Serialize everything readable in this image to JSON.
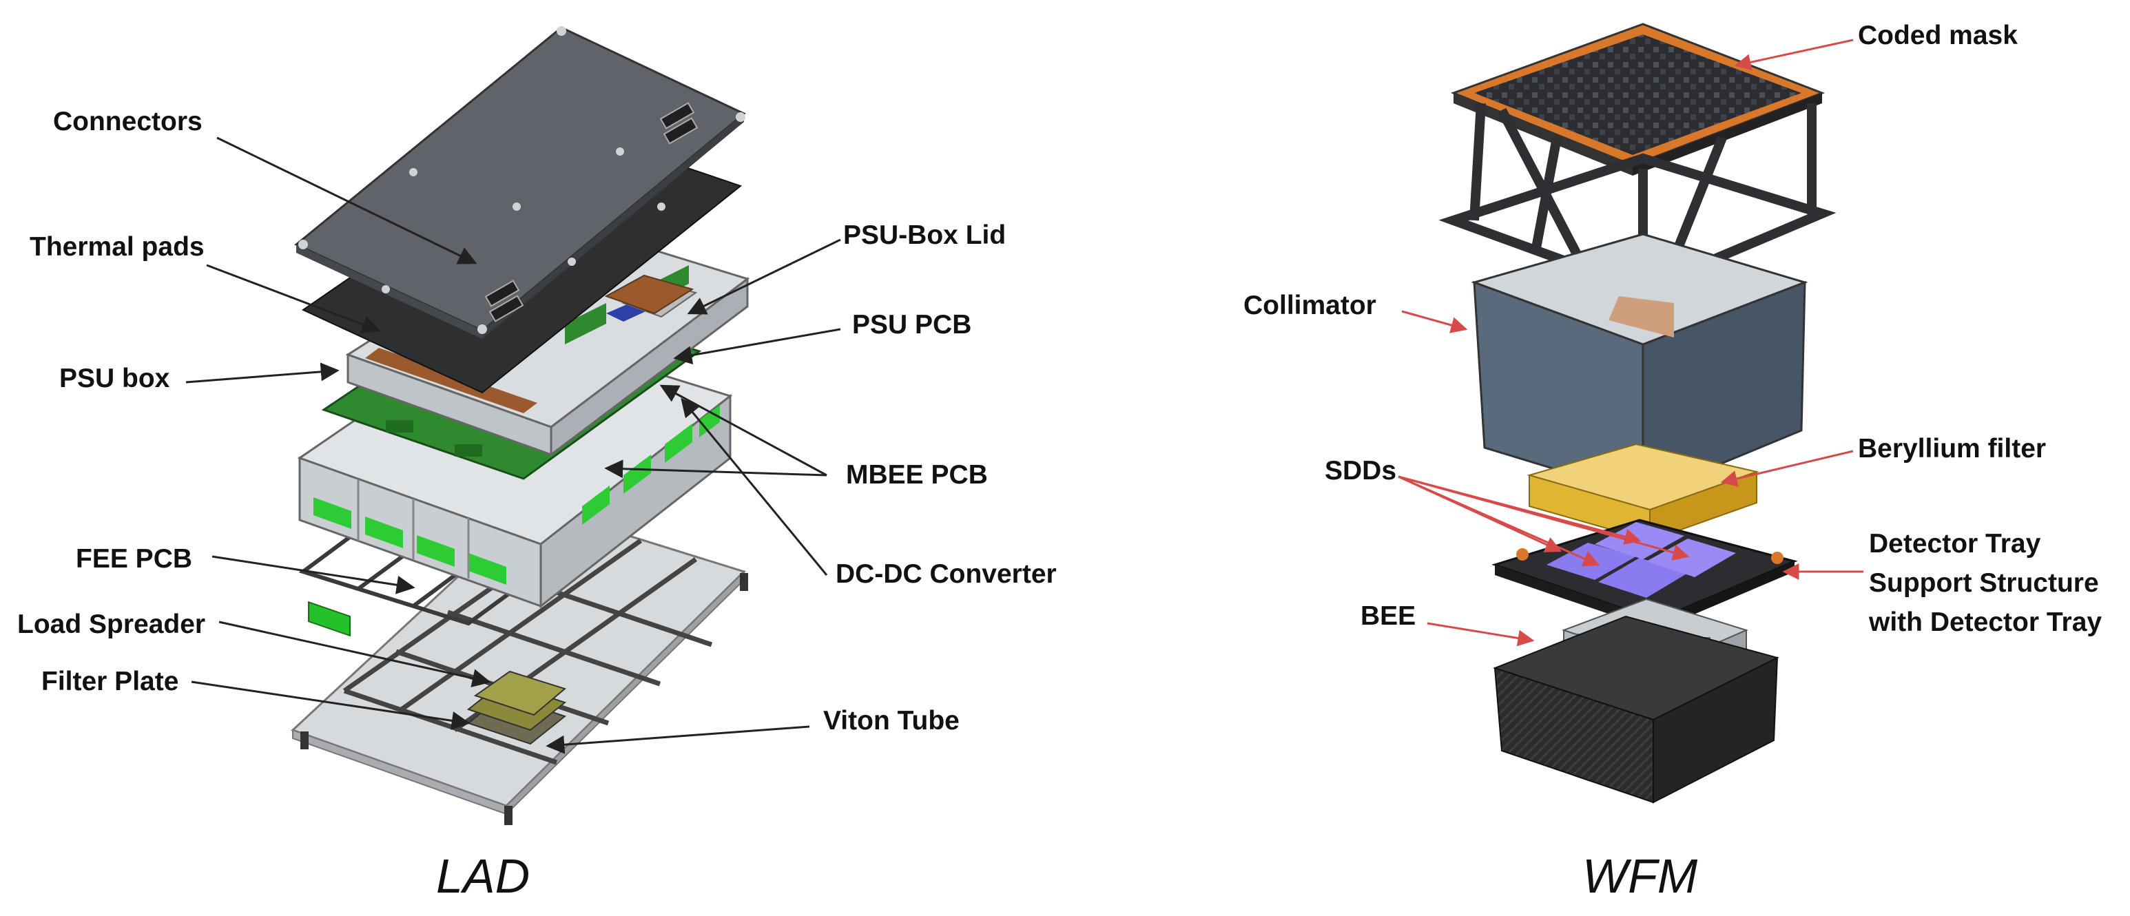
{
  "lad": {
    "caption": "LAD",
    "labels": {
      "connectors": "Connectors",
      "thermal_pads": "Thermal pads",
      "psu_box": "PSU box",
      "fee_pcb": "FEE PCB",
      "load_spreader": "Load Spreader",
      "filter_plate": "Filter Plate",
      "psu_box_lid": "PSU-Box Lid",
      "psu_pcb": "PSU PCB",
      "mbee_pcb": "MBEE PCB",
      "dc_dc_converter": "DC-DC Converter",
      "viton_tube": "Viton Tube"
    }
  },
  "wfm": {
    "caption": "WFM",
    "labels": {
      "coded_mask": "Coded mask",
      "collimator": "Collimator",
      "sdds": "SDDs",
      "beryllium_filter": "Beryllium filter",
      "detector_tray_1": "Detector Tray",
      "detector_tray_2": "Support Structure",
      "detector_tray_3": "with Detector Tray",
      "bee": "BEE"
    }
  },
  "colors": {
    "plate_dark": "#5f6266",
    "pad_black": "#2e2f31",
    "pcb_green": "#2f8a2f",
    "copper": "#9a5a2e",
    "box_grey": "#c9ced3",
    "frame_grey": "#b8bcc0",
    "mask_orange": "#d9782b",
    "collimator_blue": "#586a7c",
    "beryllium": "#e0b531",
    "sdd_violet": "#8b7bf0",
    "bee_dark": "#2a2a2a",
    "leader_black": "#222222",
    "leader_red": "#d84a4a"
  }
}
